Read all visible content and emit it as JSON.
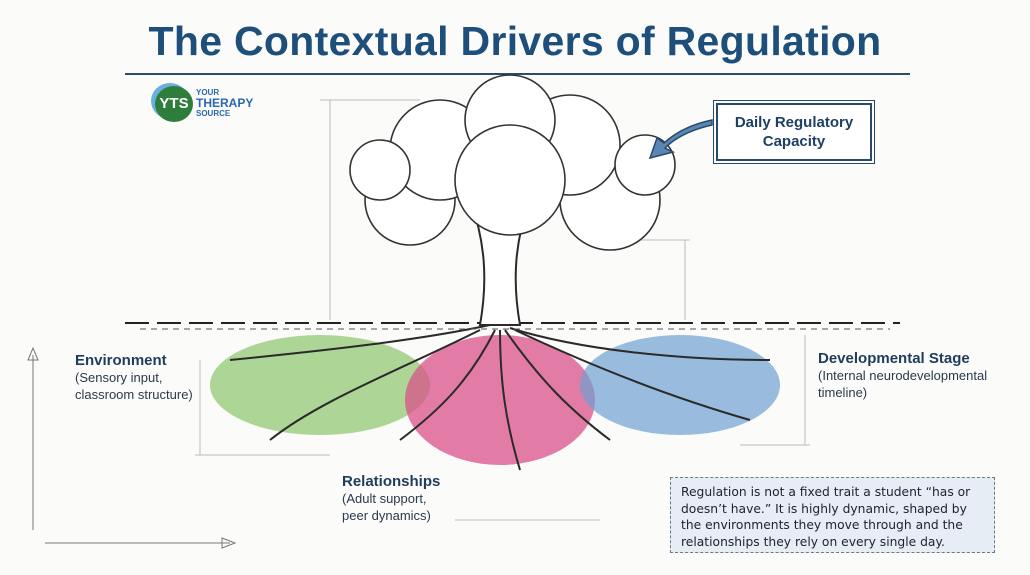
{
  "title": "The Contextual Drivers of Regulation",
  "logo": {
    "badge": "YTS",
    "line1": "YOUR",
    "line2": "THERAPY",
    "line3": "SOURCE"
  },
  "callout": {
    "label": "Daily Regulatory Capacity"
  },
  "drivers": [
    {
      "heading": "Environment",
      "line1": "(Sensory input,",
      "line2": "classroom structure)",
      "color": "#8cc56a"
    },
    {
      "heading": "Relationships",
      "line1": "(Adult support,",
      "line2": "peer dynamics)",
      "color": "#d9518a"
    },
    {
      "heading": "Developmental Stage",
      "line1": "(Internal neurodevelopmental",
      "line2": "timeline)",
      "color": "#6f9fd0"
    }
  ],
  "note": "Regulation is not a fixed trait a student “has or doesn’t have.” It is highly dynamic, shaped by the environments they move through and the relationships they rely on every single day.",
  "colors": {
    "title": "#1d4f7a",
    "ground": "#222222"
  }
}
